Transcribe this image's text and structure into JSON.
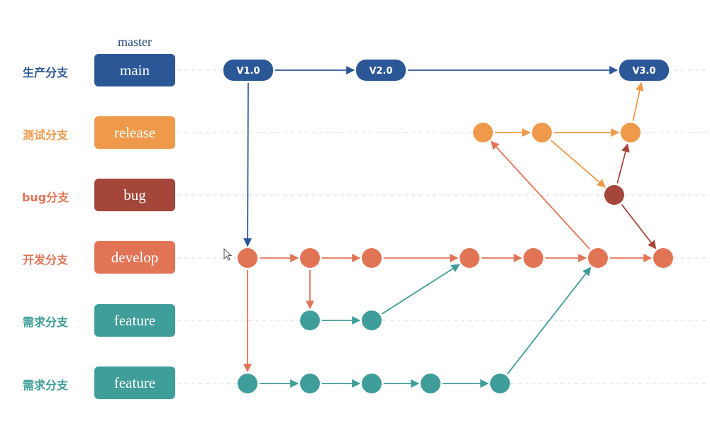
{
  "header": {
    "label": "master"
  },
  "lanes": [
    {
      "id": "main",
      "label": "生产分支",
      "box": "main",
      "color": "#2b5797",
      "label_color": "#2b5797"
    },
    {
      "id": "release",
      "label": "测试分支",
      "box": "release",
      "color": "#ef9a4b",
      "label_color": "#ef9a4b"
    },
    {
      "id": "bug",
      "label": "bug分支",
      "box": "bug",
      "color": "#a4473a",
      "label_color": "#e27456"
    },
    {
      "id": "develop",
      "label": "开发分支",
      "box": "develop",
      "color": "#e27456",
      "label_color": "#e27456"
    },
    {
      "id": "feature1",
      "label": "需求分支",
      "box": "feature",
      "color": "#3f9e99",
      "label_color": "#3f9e99"
    },
    {
      "id": "feature2",
      "label": "需求分支",
      "box": "feature",
      "color": "#3f9e99",
      "label_color": "#3f9e99"
    }
  ],
  "versions": [
    {
      "id": "v1",
      "label": "V1.0"
    },
    {
      "id": "v2",
      "label": "V2.0"
    },
    {
      "id": "v3",
      "label": "V3.0"
    }
  ],
  "colors": {
    "main": "#2b5797",
    "release": "#ef9a4b",
    "bug": "#a4473a",
    "develop": "#e27456",
    "feature": "#3f9e99",
    "guide": "#d9d9d9"
  },
  "icons": {
    "cursor": "mouse-pointer-icon"
  }
}
